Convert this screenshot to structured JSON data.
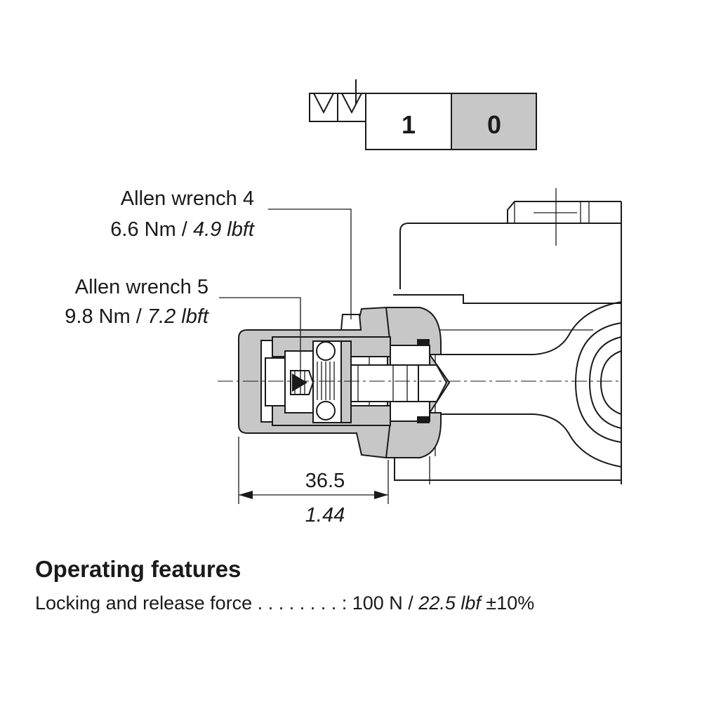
{
  "switch_positions": {
    "left": "1",
    "right": "0"
  },
  "callouts": {
    "wrench4": {
      "label": "Allen wrench 4",
      "torque_metric": "6.6 Nm / ",
      "torque_imperial": "4.9 lbft"
    },
    "wrench5": {
      "label": "Allen wrench 5",
      "torque_metric": "9.8 Nm / ",
      "torque_imperial": "7.2 lbft"
    }
  },
  "dimension": {
    "metric": "36.5",
    "imperial": "1.44"
  },
  "features": {
    "heading": "Operating features",
    "row_label": "Locking and release force",
    "leader": " . . . . . . . . : ",
    "value_metric": "100 N / ",
    "value_imperial": "22.5 lbf",
    "tolerance": " ±10%"
  },
  "colors": {
    "ink": "#1a1a1a",
    "section_fill": "#c7c7c7"
  }
}
